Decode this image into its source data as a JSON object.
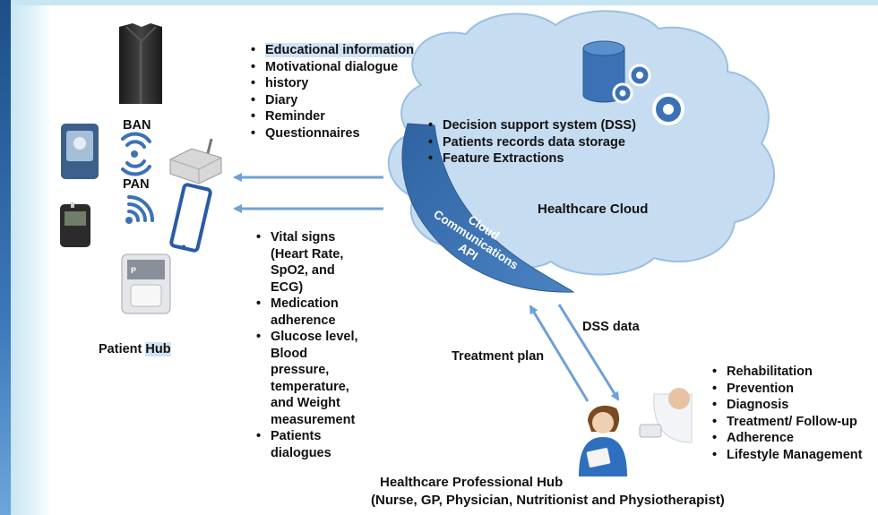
{
  "cloud": {
    "services": [
      "Decision support system (DSS)",
      "Patients records data storage",
      "Feature Extractions"
    ],
    "title": "Healthcare Cloud",
    "api_label": [
      "Cloud",
      "Communications",
      "API"
    ]
  },
  "downlink_items": [
    "Educational information",
    "Motivational dialogue",
    "history",
    "Diary",
    "Reminder",
    "Questionnaires"
  ],
  "uplink_items": [
    "Vital signs (Heart Rate, SpO2, and ECG)",
    "Medication adherence",
    "Glucose level, Blood pressure, temperature, and Weight measurement",
    "Patients dialogues"
  ],
  "patient_hub": {
    "ban_label": "BAN",
    "pan_label": "PAN",
    "title_prefix": "Patient",
    "title_highlight": "Hub"
  },
  "links": {
    "dss_data": "DSS data",
    "treatment_plan": "Treatment plan"
  },
  "professional_hub": {
    "items": [
      "Rehabilitation",
      "Prevention",
      "Diagnosis",
      "Treatment/ Follow-up",
      "Adherence",
      "Lifestyle Management"
    ],
    "title": "Healthcare Professional Hub",
    "subtitle": "(Nurse, GP, Physician, Nutritionist and Physiotherapist)"
  },
  "colors": {
    "cloud_fill": "#c6dcf1",
    "cloud_stroke": "#9bbfe2",
    "crescent": "#3d73b1",
    "arrow": "#6fa0d6",
    "icon_blue": "#3c72b5",
    "highlight": "#cfe3f5"
  }
}
